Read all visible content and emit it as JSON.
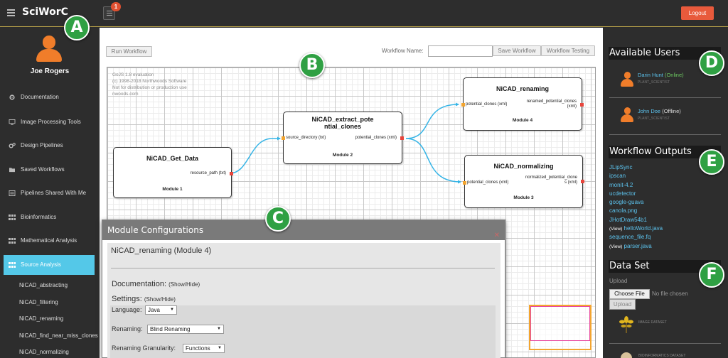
{
  "topbar": {
    "brand": "SciWorC",
    "notification_count": "1",
    "logout_label": "Logout"
  },
  "markers": {
    "a": "A",
    "b": "B",
    "c": "C",
    "d": "D",
    "e": "E",
    "f": "F"
  },
  "sidebar": {
    "username": "Joe Rogers",
    "items": [
      {
        "label": "Documentation",
        "icon": "gear-icon"
      },
      {
        "label": "Image Processing Tools",
        "icon": "monitor-icon"
      },
      {
        "label": "Design Pipelines",
        "icon": "gears-icon"
      },
      {
        "label": "Saved Workflows",
        "icon": "folder-icon"
      },
      {
        "label": "Pipelines Shared With Me",
        "icon": "shared-icon"
      },
      {
        "label": "Bioinformatics",
        "icon": "grid-icon"
      },
      {
        "label": "Mathematical Analysis",
        "icon": "grid-icon"
      },
      {
        "label": "Source Analysis",
        "icon": "grid-icon"
      }
    ],
    "subitems": [
      "NiCAD_abstracting",
      "NiCAD_filtering",
      "NiCAD_renaming",
      "NiCAD_find_near_miss_clones",
      "NiCAD_normalizing"
    ]
  },
  "main": {
    "run_workflow": "Run Workflow",
    "workflow_name_label": "Workflow Name:",
    "workflow_name_value": "",
    "save_workflow": "Save Workflow",
    "workflow_testing": "Workflow Testing",
    "eval_lines": [
      "GoJS 1.8 evaluation",
      "(c) 1998-2018 Northwoods Software",
      "Not for distribution or production use",
      "nwoods.com"
    ],
    "nodes": {
      "n1": {
        "title": "NiCAD_Get_Data",
        "module": "Module 1",
        "out": "resource_path (txt)"
      },
      "n2": {
        "title_1": "NiCAD_extract_pote",
        "title_2": "ntial_clones",
        "module": "Module 2",
        "in": "source_directory (txt)",
        "out": "potential_clones (xml)"
      },
      "n4": {
        "title": "NiCAD_renaming",
        "module": "Module 4",
        "in": "potential_clones (xml)",
        "out_1": "renamed_potential_clones",
        "out_2": "(xml)"
      },
      "n3": {
        "title": "NiCAD_normalizing",
        "module": "Module 3",
        "in": "potential_clones (xml)",
        "out_1": "normalized_potential_clone",
        "out_2": "s (xml)"
      }
    },
    "wire_color": "#35b4e6"
  },
  "dialog": {
    "title": "Module Configurations",
    "close": "✕",
    "module_heading": "NiCAD_renaming (Module 4)",
    "documentation_label": "Documentation:",
    "documentation_toggle": "(Show/Hide)",
    "settings_label": "Settings:",
    "settings_toggle": "(Show/Hide)",
    "language_label": "Language:",
    "language_value": "Java",
    "renaming_label": "Renaming:",
    "renaming_value": "Blind Renaming",
    "granularity_label": "Renaming Granularity:",
    "granularity_value": "Functions"
  },
  "right": {
    "available_users_heading": "Available Users",
    "users": [
      {
        "name": "Darin Hunt",
        "status": "(Online)",
        "role": "PLANT_SCIENTIST"
      },
      {
        "name": "John Doe",
        "status": "(Offline)",
        "role": "PLANT_SCIENTIST"
      }
    ],
    "outputs_heading": "Workflow Outputs",
    "outputs": [
      {
        "view": "",
        "name": "JLipSync"
      },
      {
        "view": "",
        "name": "ipscan"
      },
      {
        "view": "",
        "name": "monit-4.2"
      },
      {
        "view": "",
        "name": "ucdetector"
      },
      {
        "view": "",
        "name": "google-guava"
      },
      {
        "view": "",
        "name": "canola.png"
      },
      {
        "view": "",
        "name": "JHotDraw54b1"
      },
      {
        "view": "(View)",
        "name": "helloWorld.java"
      },
      {
        "view": "",
        "name": "sequence_file.fq"
      },
      {
        "view": "(View)",
        "name": "parser.java"
      }
    ],
    "dataset_heading": "Data Set",
    "upload_label": "Upload",
    "choose_file": "Choose File",
    "no_file": "No file chosen",
    "upload_button": "Upload",
    "image_dataset": "IMAGE DATASET",
    "dataset_2": "BIOINFORMATICS DATASET"
  }
}
